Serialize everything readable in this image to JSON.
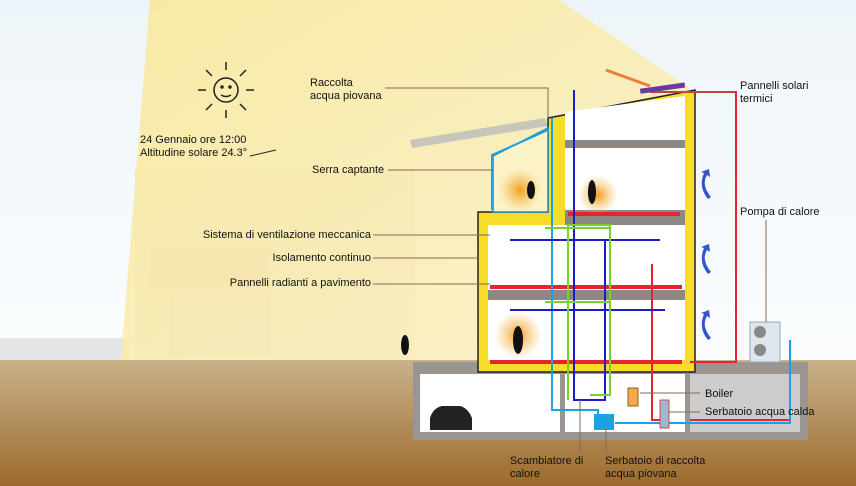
{
  "date": {
    "line1": "24 Gennaio ore 12:00",
    "line2": "Altitudine solare 24.3°"
  },
  "labels": {
    "rainwater": {
      "line1": "Raccolta",
      "line2": "acqua piovana"
    },
    "solar_panels": {
      "line1": "Pannelli solari",
      "line2": "termici"
    },
    "greenhouse": "Serra captante",
    "ventilation": "Sistema di ventilazione meccanica",
    "insulation": "Isolamento continuo",
    "radiant_floor": "Pannelli radianti a pavimento",
    "heat_pump": "Pompa di calore",
    "boiler": "Boiler",
    "hot_water_tank": "Serbatoio acqua calda",
    "heat_exchanger": {
      "line1": "Scambiatore di",
      "line2": "calore"
    },
    "rain_tank": {
      "line1": "Serbatoio di raccolta",
      "line2": "acqua piovana"
    }
  },
  "colors": {
    "insulation": "#f7dc2a",
    "hot": "#e8222e",
    "cold": "#1aa3e0",
    "ventilation_supply": "#1c1ccc",
    "ventilation_exhaust": "#7ad12a",
    "slab": "#8e8885",
    "ground": "#a87a3e"
  }
}
